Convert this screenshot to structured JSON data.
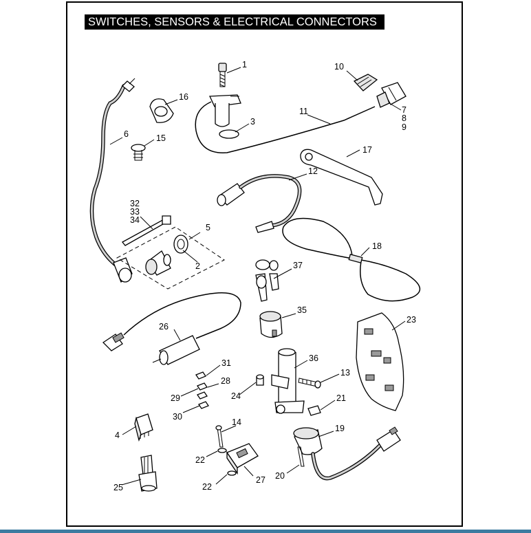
{
  "title": "SWITCHES, SENSORS & ELECTRICAL CONNECTORS",
  "colors": {
    "frame": "#000000",
    "title_background": "#000000",
    "title_text": "#ffffff",
    "bottom_bar": "#3c7ba0"
  },
  "callouts": [
    "1",
    "2",
    "3",
    "4",
    "5",
    "6",
    "7",
    "8",
    "9",
    "10",
    "11",
    "12",
    "13",
    "14",
    "15",
    "16",
    "17",
    "18",
    "19",
    "20",
    "21",
    "22",
    "22",
    "23",
    "24",
    "25",
    "26",
    "27",
    "28",
    "29",
    "30",
    "31",
    "32",
    "33",
    "34",
    "35",
    "36",
    "37"
  ]
}
